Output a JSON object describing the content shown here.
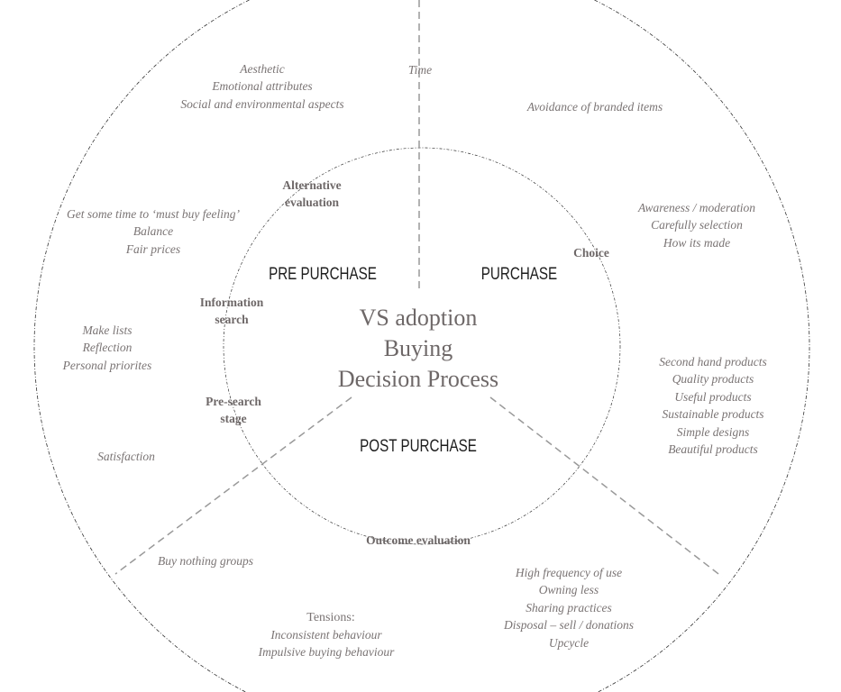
{
  "title": [
    "VS adoption",
    "Buying",
    "Decision Process"
  ],
  "phases": {
    "pre": "PRE PURCHASE",
    "purchase": "PURCHASE",
    "post": "POST PURCHASE"
  },
  "stages": {
    "alternative": [
      "Alternative",
      "evaluation"
    ],
    "information": [
      "Information",
      "search"
    ],
    "presearch": [
      "Pre-search",
      "stage"
    ],
    "choice": "Choice",
    "outcome": "Outcome evaluation"
  },
  "notes": {
    "time": "Time",
    "alternative_attrs": [
      "Aesthetic",
      "Emotional attributes",
      "Social and environmental aspects"
    ],
    "avoidance": "Avoidance of  branded items",
    "must_buy": [
      "Get some time to ‘must buy feeling’",
      "Balance",
      "Fair prices"
    ],
    "choice_attrs": [
      "Awareness / moderation",
      "Carefully selection",
      "How its made"
    ],
    "lists": [
      "Make lists",
      "Reflection",
      "Personal priorites"
    ],
    "products": [
      "Second hand products",
      "Quality products",
      "Useful products",
      "Sustainable products",
      "Simple designs",
      "Beautiful products"
    ],
    "satisfaction": "Satisfaction",
    "buy_nothing": "Buy nothing groups",
    "tensions_label": "Tensions:",
    "tensions": [
      "Inconsistent behaviour",
      "Impulsive buying behaviour"
    ],
    "use": [
      "High frequency of  use",
      "Owning less",
      "Sharing practices",
      "Disposal – sell /  donations",
      "Upcycle"
    ]
  }
}
